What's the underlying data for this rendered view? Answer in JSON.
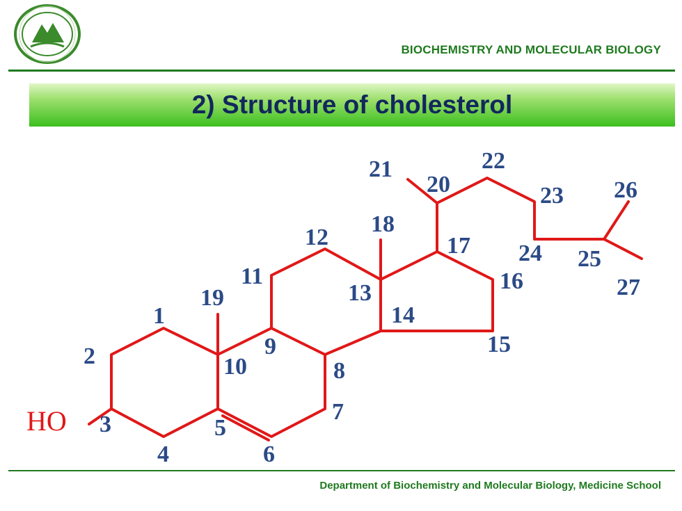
{
  "header": {
    "title": "BIOCHEMISTRY  AND MOLECULAR BIOLOGY"
  },
  "banner": {
    "title": "2) Structure of cholesterol"
  },
  "molecule": {
    "hydroxyl_label": "HO",
    "carbon_labels": [
      "1",
      "2",
      "3",
      "4",
      "5",
      "6",
      "7",
      "8",
      "9",
      "10",
      "11",
      "12",
      "13",
      "14",
      "15",
      "16",
      "17",
      "18",
      "19",
      "20",
      "21",
      "22",
      "23",
      "24",
      "25",
      "26",
      "27"
    ],
    "bond_color": "#e01818",
    "label_color": "#2b4a86"
  },
  "footer": {
    "text": "Department  of Biochemistry  and Molecular Biology,  Medicine School"
  },
  "colors": {
    "accent_green": "#1f7a1f",
    "banner_text": "#12275c"
  }
}
